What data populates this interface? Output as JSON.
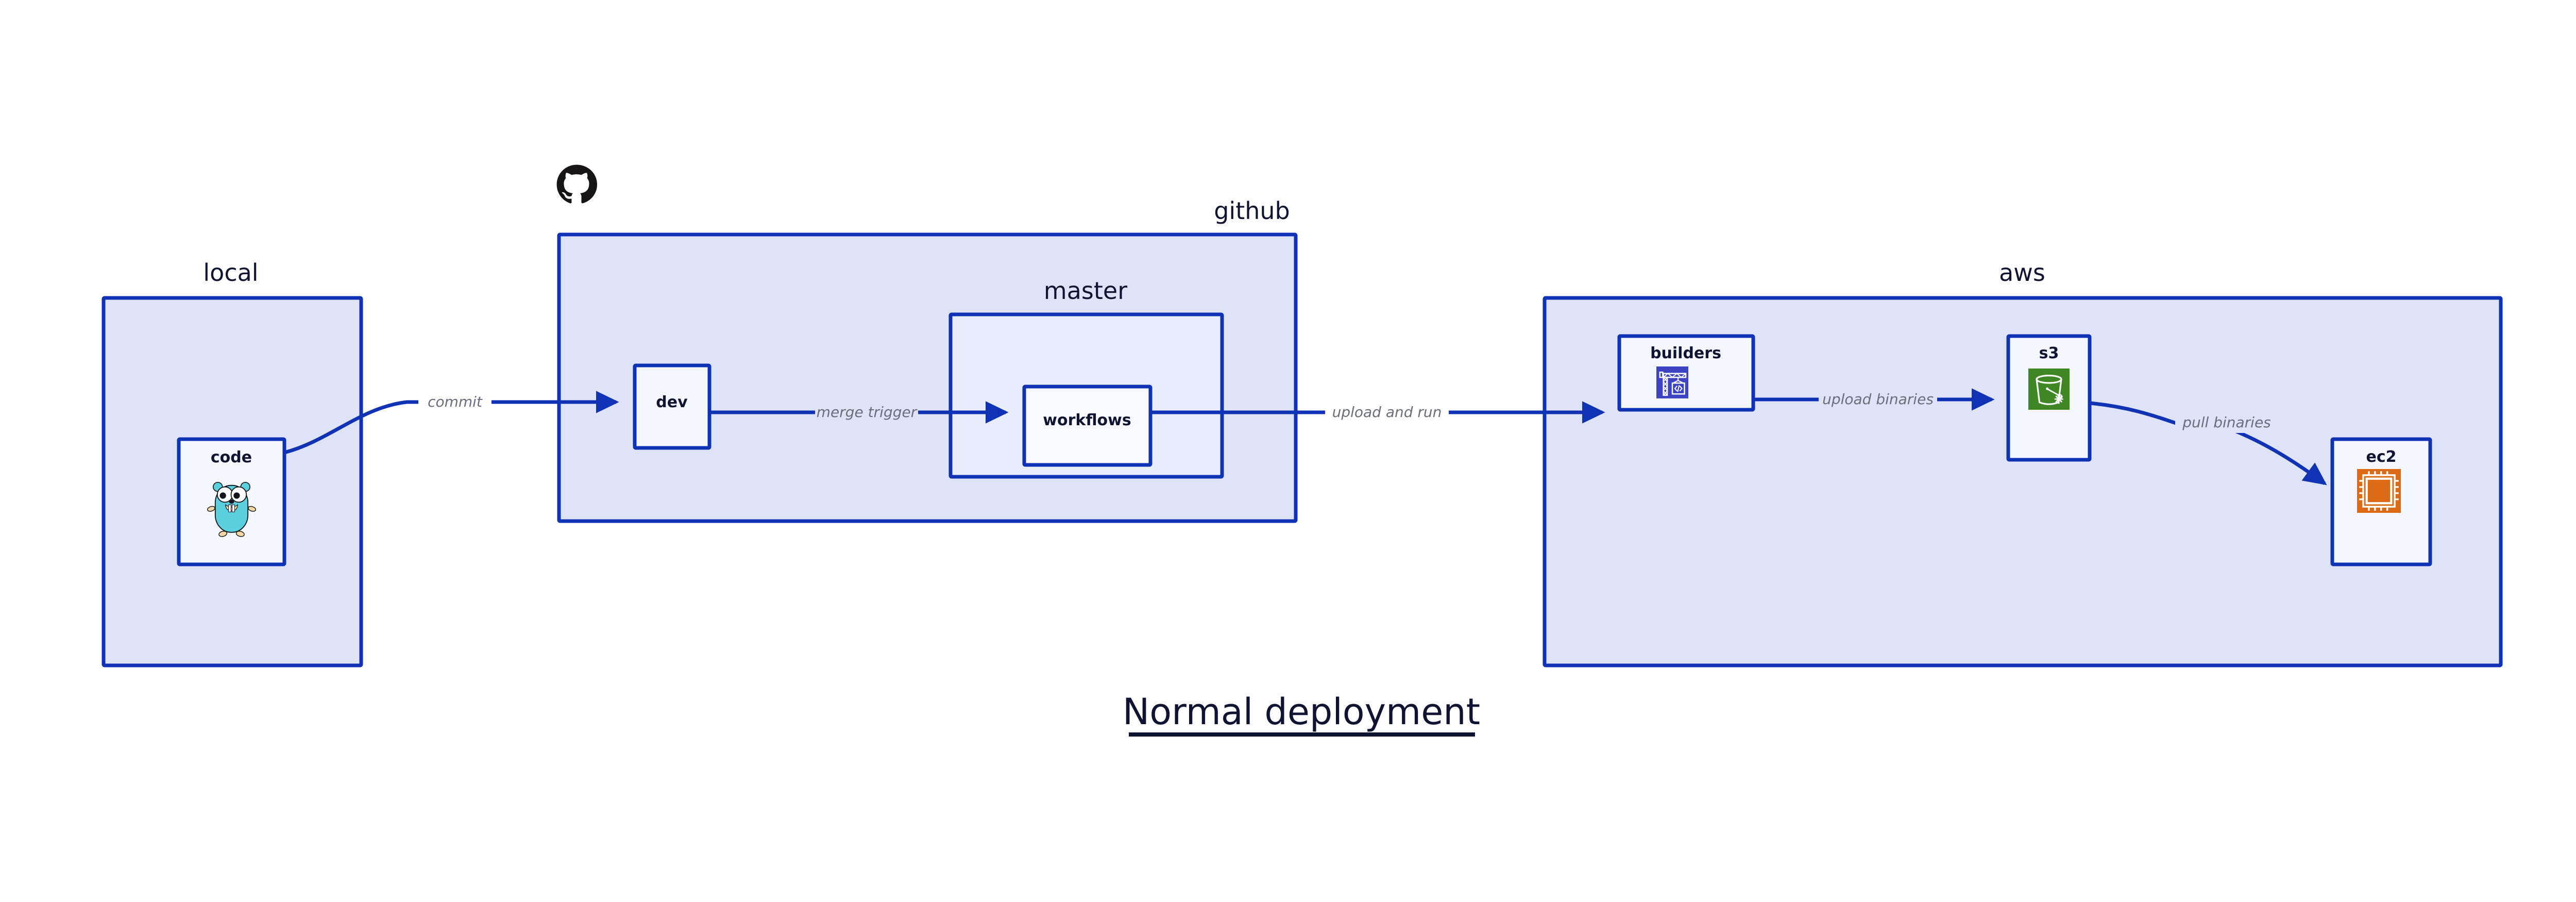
{
  "title": "Normal deployment",
  "groups": [
    {
      "id": "local",
      "label": "local"
    },
    {
      "id": "github",
      "label": "github"
    },
    {
      "id": "master",
      "label": "master"
    },
    {
      "id": "aws",
      "label": "aws"
    }
  ],
  "nodes": [
    {
      "id": "code",
      "label": "code",
      "icon": "go-gopher-icon"
    },
    {
      "id": "dev",
      "label": "dev",
      "icon": "none"
    },
    {
      "id": "workflows",
      "label": "workflows",
      "icon": "none"
    },
    {
      "id": "builders",
      "label": "builders",
      "icon": "aws-codebuild-icon"
    },
    {
      "id": "s3",
      "label": "s3",
      "icon": "aws-s3-bucket-icon"
    },
    {
      "id": "ec2",
      "label": "ec2",
      "icon": "aws-ec2-chip-icon"
    }
  ],
  "edges": [
    {
      "id": "commit",
      "label": "commit",
      "from": "code",
      "to": "dev"
    },
    {
      "id": "merge-trigger",
      "label": "merge trigger",
      "from": "dev",
      "to": "workflows"
    },
    {
      "id": "upload-and-run",
      "label": "upload and run",
      "from": "workflows",
      "to": "builders"
    },
    {
      "id": "upload-binaries",
      "label": "upload binaries",
      "from": "builders",
      "to": "s3"
    },
    {
      "id": "pull-binaries",
      "label": "pull binaries",
      "from": "s3",
      "to": "ec2"
    }
  ],
  "logos": [
    {
      "id": "github-logo",
      "icon": "github-mark-icon"
    }
  ],
  "colors": {
    "accent_blue": "#1033b5",
    "group_fill": "#dfe3f8",
    "node_fill": "#eaeefb",
    "node_fill_light": "#f4f7fe",
    "label_dark": "#0f1433",
    "edge_label_gray": "#6a6d7a",
    "codebuild_blue": "#3c44c4",
    "s3_green": "#3f8624",
    "ec2_orange": "#dd6a15",
    "gopher_cyan": "#5ad0de",
    "background": "#ffffff"
  }
}
